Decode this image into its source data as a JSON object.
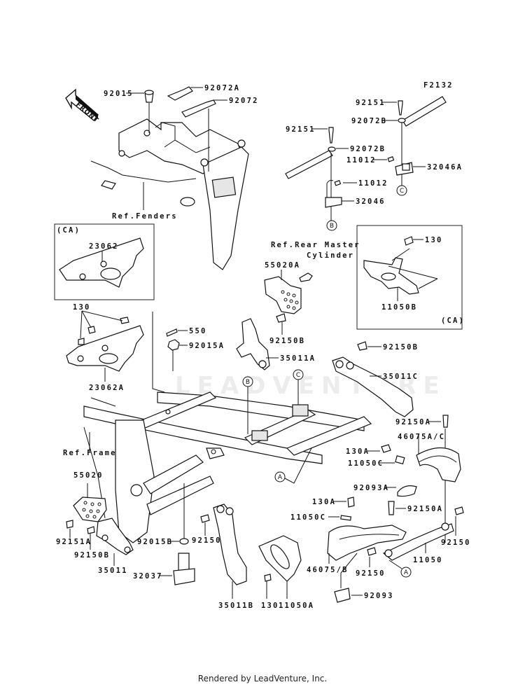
{
  "diagram": {
    "figure_code": "F2132",
    "front_arrow_label": "FRONT",
    "watermark": "LEADVENTURE",
    "callout_letters": [
      "A",
      "B",
      "C"
    ],
    "inset_label": "(CA)",
    "references": {
      "fenders": "Ref.Fenders",
      "frame": "Ref.Frame",
      "rear_master_line1": "Ref.Rear Master",
      "rear_master_line2": "Cylinder"
    },
    "parts": [
      {
        "id": "92015",
        "label": "92015"
      },
      {
        "id": "92072A",
        "label": "92072A"
      },
      {
        "id": "92072",
        "label": "92072"
      },
      {
        "id": "92151-top-right",
        "label": "92151"
      },
      {
        "id": "92072B-right",
        "label": "92072B"
      },
      {
        "id": "92151-left",
        "label": "92151"
      },
      {
        "id": "92072B-left",
        "label": "92072B"
      },
      {
        "id": "11012-right",
        "label": "11012"
      },
      {
        "id": "32046A",
        "label": "32046A"
      },
      {
        "id": "11012-left",
        "label": "11012"
      },
      {
        "id": "32046",
        "label": "32046"
      },
      {
        "id": "23062",
        "label": "23062"
      },
      {
        "id": "130-bracket",
        "label": "130"
      },
      {
        "id": "23062A",
        "label": "23062A"
      },
      {
        "id": "550",
        "label": "550"
      },
      {
        "id": "92015A",
        "label": "92015A"
      },
      {
        "id": "55020A",
        "label": "55020A"
      },
      {
        "id": "92150B-upper",
        "label": "92150B"
      },
      {
        "id": "35011A",
        "label": "35011A"
      },
      {
        "id": "130-inset",
        "label": "130"
      },
      {
        "id": "11050B",
        "label": "11050B"
      },
      {
        "id": "92150B-right",
        "label": "92150B"
      },
      {
        "id": "35011C",
        "label": "35011C"
      },
      {
        "id": "92150A-top",
        "label": "92150A"
      },
      {
        "id": "46075A/C",
        "label": "46075A/C"
      },
      {
        "id": "130A-upper",
        "label": "130A"
      },
      {
        "id": "11050C-upper",
        "label": "11050C"
      },
      {
        "id": "92093A",
        "label": "92093A"
      },
      {
        "id": "130A-lower",
        "label": "130A"
      },
      {
        "id": "92150A-lower",
        "label": "92150A"
      },
      {
        "id": "11050C-lower",
        "label": "11050C"
      },
      {
        "id": "92150-right",
        "label": "92150"
      },
      {
        "id": "11050",
        "label": "11050"
      },
      {
        "id": "46075/B",
        "label": "46075/B"
      },
      {
        "id": "92150-center",
        "label": "92150"
      },
      {
        "id": "92093",
        "label": "92093"
      },
      {
        "id": "55020",
        "label": "55020"
      },
      {
        "id": "92151A",
        "label": "92151A"
      },
      {
        "id": "92150B-left",
        "label": "92150B"
      },
      {
        "id": "35011",
        "label": "35011"
      },
      {
        "id": "92015B",
        "label": "92015B"
      },
      {
        "id": "92150B-center",
        "label": "92150B"
      },
      {
        "id": "32037",
        "label": "32037"
      },
      {
        "id": "35011B",
        "label": "35011B"
      },
      {
        "id": "130-lower",
        "label": "130"
      },
      {
        "id": "11050A",
        "label": "11050A"
      }
    ]
  },
  "footer": {
    "credit": "Rendered by LeadVenture, Inc."
  }
}
